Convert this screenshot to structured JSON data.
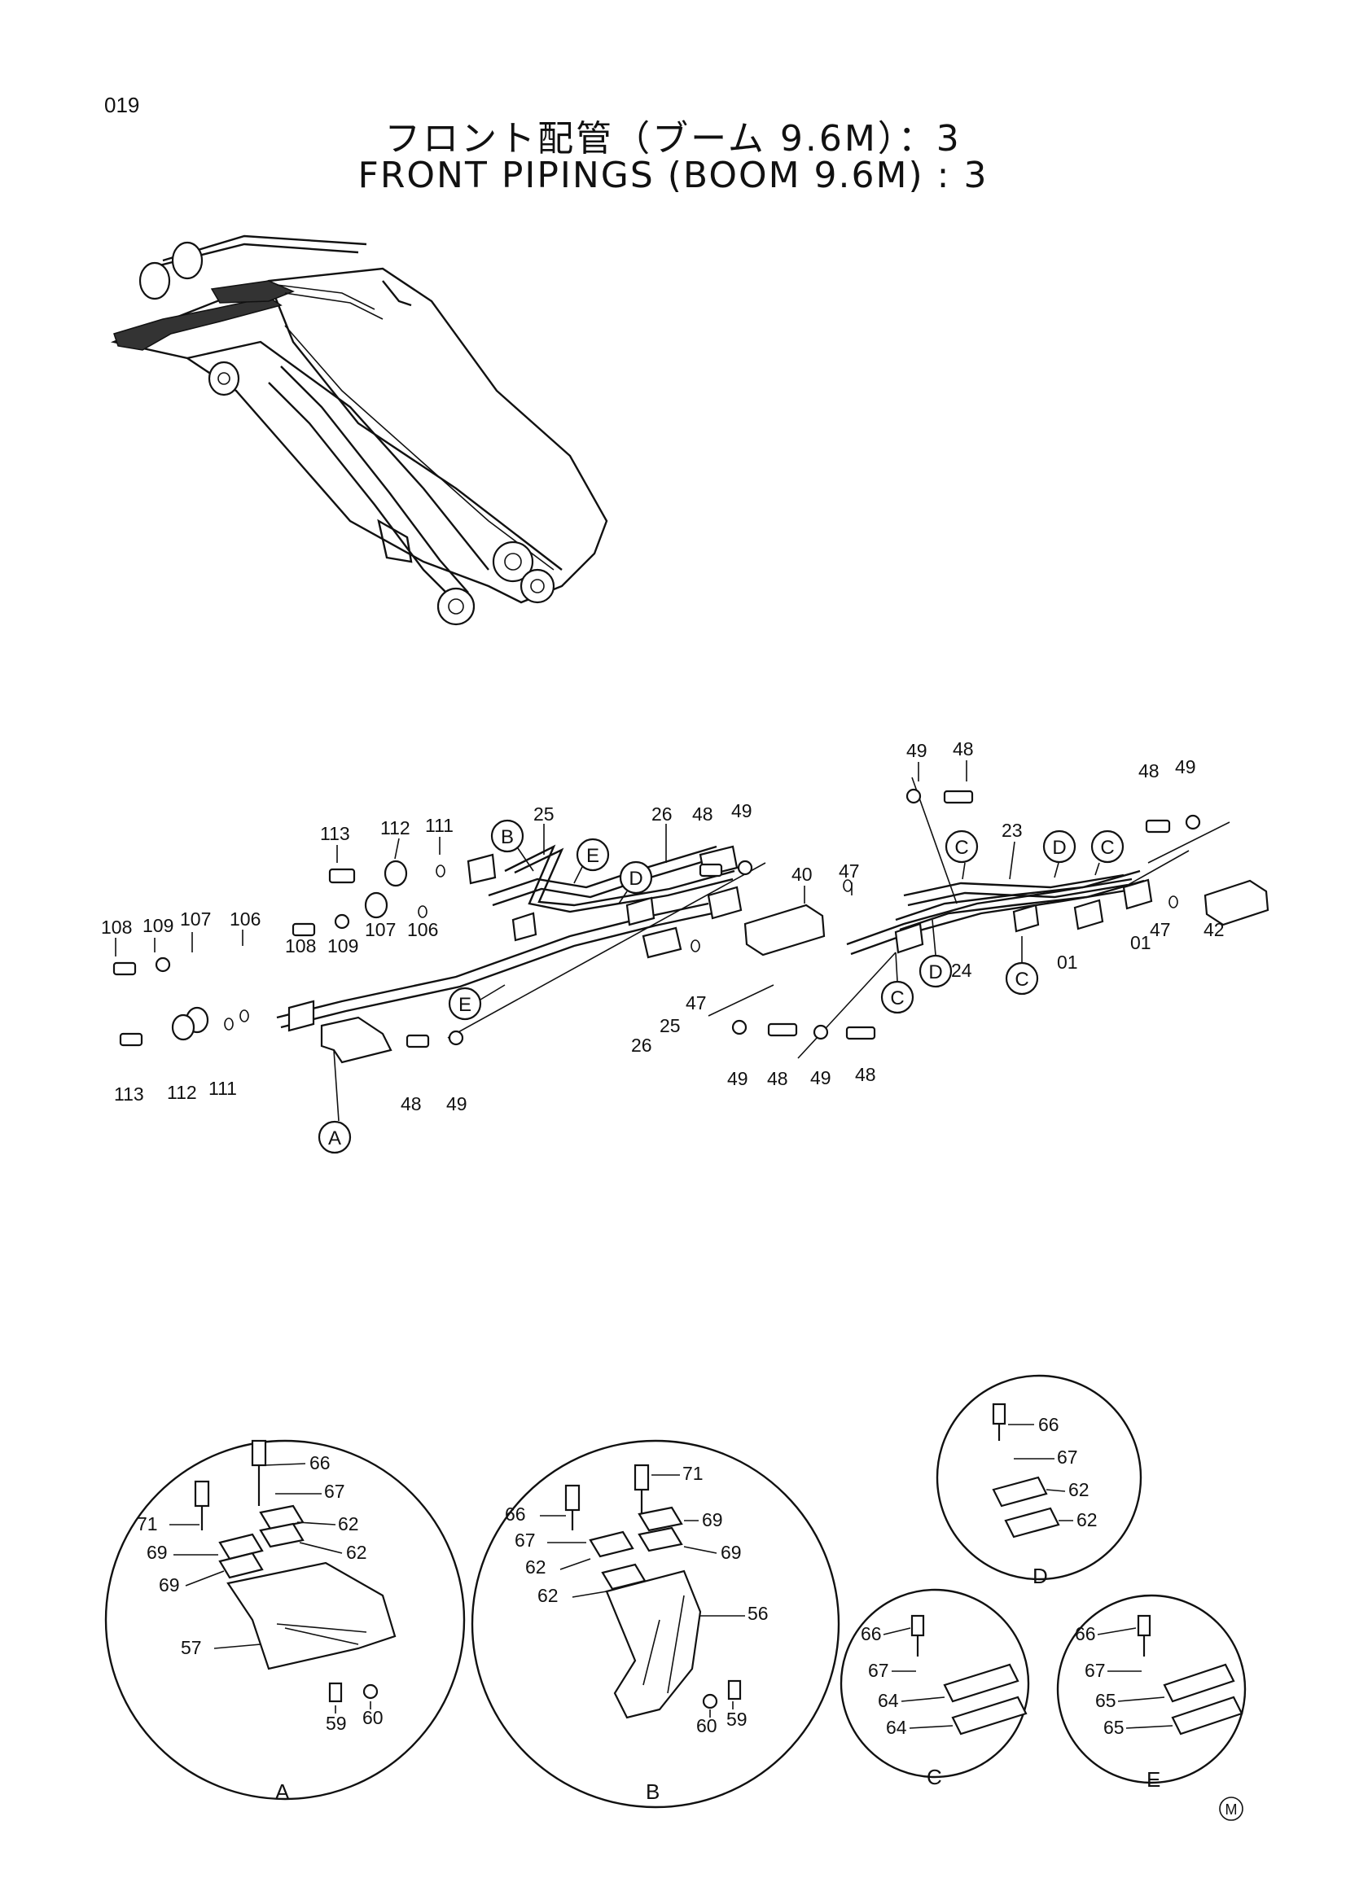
{
  "header": {
    "page_number": "019",
    "title_ja": "フロント配管（ブーム 9.6M）：3",
    "title_en": "FRONT PIPINGS (BOOM 9.6M) : 3"
  },
  "main_callouts": {
    "left_cluster": [
      "113",
      "112",
      "111",
      "108",
      "109",
      "107",
      "106",
      "108",
      "109",
      "107",
      "106",
      "113",
      "112",
      "111"
    ],
    "center": [
      "25",
      "26",
      "48",
      "49",
      "40",
      "47",
      "26",
      "25",
      "47",
      "48",
      "49"
    ],
    "right": [
      "49",
      "48",
      "48",
      "49",
      "23",
      "47",
      "42",
      "01",
      "01",
      "24",
      "49",
      "48",
      "49",
      "48"
    ],
    "detail_tags": [
      "A",
      "B",
      "C",
      "D",
      "E"
    ]
  },
  "details": {
    "A": {
      "label": "A",
      "parts": [
        "66",
        "67",
        "71",
        "62",
        "69",
        "62",
        "69",
        "57",
        "59",
        "60"
      ]
    },
    "B": {
      "label": "B",
      "parts": [
        "71",
        "66",
        "69",
        "67",
        "62",
        "69",
        "62",
        "56",
        "60",
        "59"
      ]
    },
    "C": {
      "label": "C",
      "parts": [
        "66",
        "67",
        "64",
        "64"
      ]
    },
    "D": {
      "label": "D",
      "parts": [
        "66",
        "67",
        "62",
        "62"
      ]
    },
    "E": {
      "label": "E",
      "parts": [
        "66",
        "67",
        "65",
        "65"
      ]
    }
  },
  "footer_mark": "M"
}
